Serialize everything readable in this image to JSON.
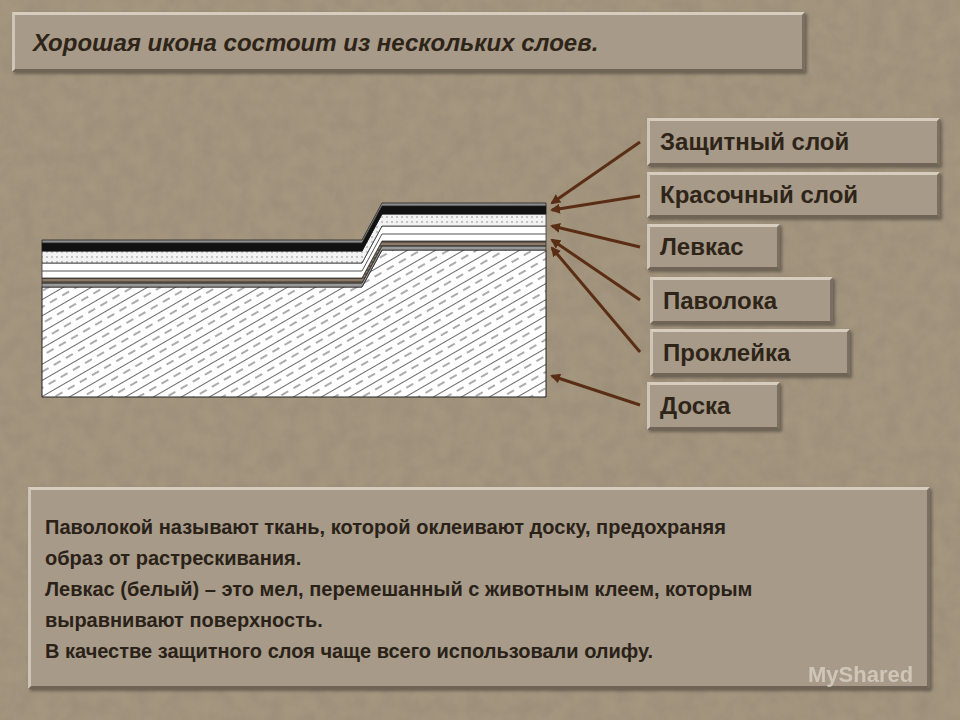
{
  "diagram": {
    "title": "Хорошая икона состоит из нескольких слоев.",
    "nodes": [
      {
        "text": [
          "Защитный слой"
        ]
      },
      {
        "text": [
          "Красочный слой"
        ]
      },
      {
        "text": [
          "Левкас"
        ]
      },
      {
        "text": [
          "Паволока"
        ]
      },
      {
        "text": [
          "Проклейка"
        ]
      },
      {
        "text": [
          "Доска"
        ]
      },
      {
        "text": [
          "Паволокой называют ткань, которой оклеивают доску, предохраняя образ от растрескивания.",
          "Левкас (белый) – это мел, перемешанный с животным клеем, которым выравнивают поверхность.",
          "В качестве защитного слоя чаще всего использовали олифу."
        ]
      }
    ],
    "labels": [
      "MyShared"
    ]
  }
}
